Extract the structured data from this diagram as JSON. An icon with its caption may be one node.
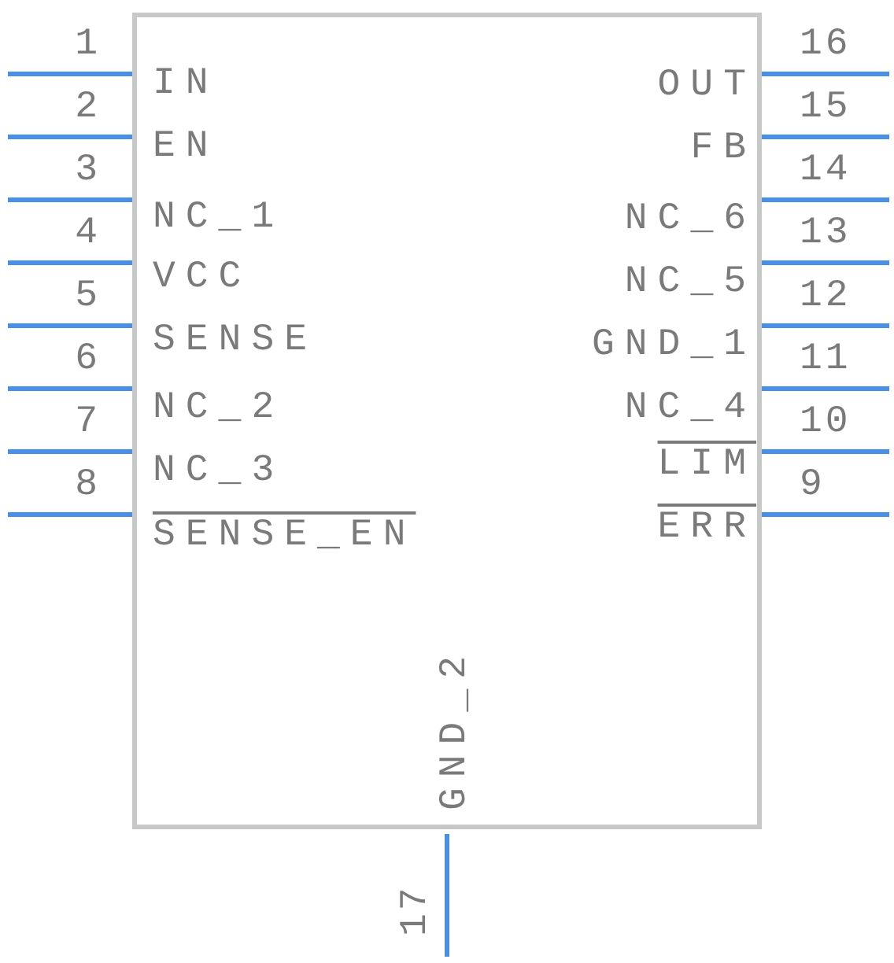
{
  "diagram": {
    "nodes": [
      {
        "text": [],
        "shape": "box"
      }
    ],
    "labels": [
      "1",
      "IN",
      "OUT",
      "16",
      "2",
      "EN",
      "FB",
      "15",
      "3",
      "NC_1",
      "NC_6",
      "14",
      "4",
      "VCC",
      "NC_5",
      "13",
      "5",
      "SENSE",
      "GND_1",
      "12",
      "6",
      "NC_2",
      "NC_4",
      "11",
      "7",
      "NC_3",
      "LIM",
      "10",
      "8",
      "SENSE_EN",
      "ERR",
      "9",
      "GND_2",
      "17"
    ]
  }
}
